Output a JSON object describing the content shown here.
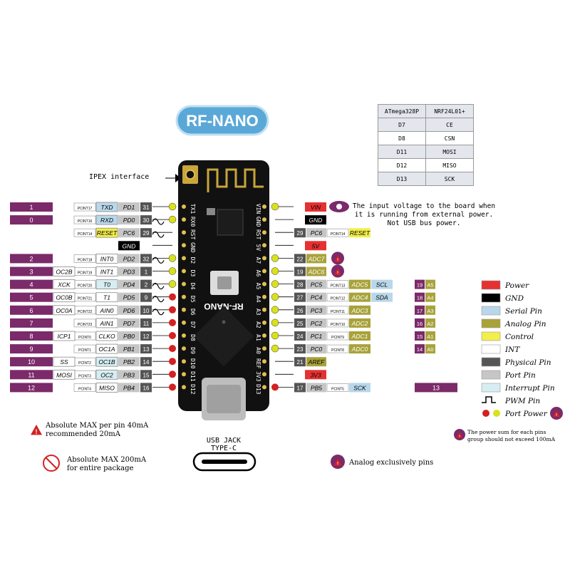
{
  "title": "RF-NANO",
  "ipex_label": "IPEX interface",
  "board_text": "RF-NANO",
  "usb_label": [
    "USB JACK",
    "TYPE-C"
  ],
  "vin_note": [
    "The input voltage to the board when",
    "it is running from external power.",
    "Not USB bus power."
  ],
  "warn_40": [
    "Absolute MAX per pin 40mA",
    "recommended 20mA"
  ],
  "warn_200": [
    "Absolute MAX 200mA",
    "for entire package"
  ],
  "analog_note": "Analog exclusively pins",
  "sum_note": [
    "The power sum for each pins",
    "group should not exceed 100mA"
  ],
  "nrf_table": {
    "headers": [
      "ATmega328P",
      "NRF24L01+"
    ],
    "rows": [
      [
        "D7",
        "CE"
      ],
      [
        "D8",
        "CSN"
      ],
      [
        "D11",
        "MOSI"
      ],
      [
        "D12",
        "MISO"
      ],
      [
        "D13",
        "SCK"
      ]
    ]
  },
  "left_pins": [
    {
      "num": "1",
      "pcint": "PCINT17",
      "func": [
        "TXD"
      ],
      "port": "PD1",
      "phys": "31",
      "header": "TX1",
      "dot": "y"
    },
    {
      "num": "0",
      "pcint": "PCINT16",
      "func": [
        "RXD"
      ],
      "port": "PD0",
      "phys": "30",
      "header": "RX0",
      "dot": "y"
    },
    {
      "num": "",
      "pcint": "PCINT14",
      "func": [
        "RESET"
      ],
      "port": "PC6",
      "phys": "29",
      "header": "RST",
      "dot": ""
    },
    {
      "num": "",
      "pcint": "",
      "func": [],
      "port": "GND",
      "phys": "",
      "header": "GND",
      "dot": ""
    },
    {
      "num": "2",
      "pcint": "PCINT18",
      "func": [
        "INT0"
      ],
      "port": "PD2",
      "phys": "32",
      "header": "D2",
      "dot": "y"
    },
    {
      "num": "3",
      "pcint": "PCINT19",
      "func": [
        "OC2B",
        "INT1"
      ],
      "port": "PD3",
      "phys": "1",
      "header": "D3",
      "dot": "y"
    },
    {
      "num": "4",
      "pcint": "PCINT20",
      "func": [
        "XCK",
        "T0"
      ],
      "port": "PD4",
      "phys": "2",
      "header": "D4",
      "dot": "y"
    },
    {
      "num": "5",
      "pcint": "PCINT21",
      "func": [
        "OC0B",
        "T1"
      ],
      "port": "PD5",
      "phys": "9",
      "header": "D5",
      "dot": "r"
    },
    {
      "num": "6",
      "pcint": "PCINT22",
      "func": [
        "OC0A",
        "AIN0"
      ],
      "port": "PD6",
      "phys": "10",
      "header": "D6",
      "dot": "r"
    },
    {
      "num": "7",
      "pcint": "PCINT23",
      "func": [
        "AIN1"
      ],
      "port": "PD7",
      "phys": "11",
      "header": "D7",
      "dot": "r"
    },
    {
      "num": "8",
      "pcint": "PCINT0",
      "func": [
        "ICP1",
        "CLKO"
      ],
      "port": "PB0",
      "phys": "12",
      "header": "D8",
      "dot": "r"
    },
    {
      "num": "9",
      "pcint": "PCINT1",
      "func": [
        "OC1A"
      ],
      "port": "PB1",
      "phys": "13",
      "header": "D9",
      "dot": "r"
    },
    {
      "num": "10",
      "pcint": "PCINT2",
      "func": [
        "SS",
        "OC1B"
      ],
      "port": "PB2",
      "phys": "14",
      "header": "D10",
      "dot": "r"
    },
    {
      "num": "11",
      "pcint": "PCINT3",
      "func": [
        "MOSI",
        "OC2"
      ],
      "port": "PB3",
      "phys": "15",
      "header": "D11",
      "dot": "r"
    },
    {
      "num": "12",
      "pcint": "PCINT4",
      "func": [
        "MISO"
      ],
      "port": "PB4",
      "phys": "16",
      "header": "D12",
      "dot": "r"
    }
  ],
  "right_pins": [
    {
      "phys": "",
      "port": "",
      "pcint": "",
      "func": [],
      "power": "VIN",
      "header": "VIN",
      "num": "",
      "dot": "y"
    },
    {
      "phys": "",
      "port": "",
      "pcint": "",
      "func": [],
      "power": "GND",
      "header": "GND",
      "num": "",
      "dot": ""
    },
    {
      "phys": "29",
      "port": "PC6",
      "pcint": "PCINT14",
      "func": [
        "RESET"
      ],
      "power": "",
      "header": "RST",
      "num": "",
      "dot": ""
    },
    {
      "phys": "",
      "port": "",
      "pcint": "",
      "func": [],
      "power": "5V",
      "header": "5V",
      "num": "",
      "dot": ""
    },
    {
      "phys": "22",
      "port": "ADC7",
      "pcint": "",
      "func": [],
      "power": "",
      "header": "A7",
      "num": "",
      "dot": "y",
      "analog": true
    },
    {
      "phys": "19",
      "port": "ADC6",
      "pcint": "",
      "func": [],
      "power": "",
      "header": "A6",
      "num": "",
      "dot": "y",
      "analog": true
    },
    {
      "phys": "28",
      "port": "PC5",
      "pcint": "PCINT13",
      "func": [
        "ADC5",
        "SCL"
      ],
      "power": "",
      "header": "A5",
      "num": "19",
      "alabel": "A5",
      "dot": "y"
    },
    {
      "phys": "27",
      "port": "PC4",
      "pcint": "PCINT12",
      "func": [
        "ADC4",
        "SDA"
      ],
      "power": "",
      "header": "A4",
      "num": "18",
      "alabel": "A4",
      "dot": "y"
    },
    {
      "phys": "26",
      "port": "PC3",
      "pcint": "PCINT11",
      "func": [
        "ADC3"
      ],
      "power": "",
      "header": "A3",
      "num": "17",
      "alabel": "A3",
      "dot": "y"
    },
    {
      "phys": "25",
      "port": "PC2",
      "pcint": "PCINT10",
      "func": [
        "ADC2"
      ],
      "power": "",
      "header": "A2",
      "num": "16",
      "alabel": "A2",
      "dot": "y"
    },
    {
      "phys": "24",
      "port": "PC1",
      "pcint": "PCINT9",
      "func": [
        "ADC1"
      ],
      "power": "",
      "header": "A1",
      "num": "15",
      "alabel": "A1",
      "dot": "y"
    },
    {
      "phys": "23",
      "port": "PC0",
      "pcint": "PCINT8",
      "func": [
        "ADC0"
      ],
      "power": "",
      "header": "A0",
      "num": "14",
      "alabel": "A0",
      "dot": "y"
    },
    {
      "phys": "21",
      "port": "AREF",
      "pcint": "",
      "func": [],
      "power": "",
      "header": "REF",
      "num": "",
      "dot": ""
    },
    {
      "phys": "",
      "port": "",
      "pcint": "",
      "func": [],
      "power": "3V3",
      "header": "3V3",
      "num": "",
      "dot": ""
    },
    {
      "phys": "17",
      "port": "PB5",
      "pcint": "PCINT5",
      "func": [
        "SCK"
      ],
      "power": "",
      "header": "D13",
      "num": "13",
      "dot": "r"
    }
  ],
  "legend": [
    {
      "label": "Power",
      "color": "#e53131"
    },
    {
      "label": "GND",
      "color": "#000000"
    },
    {
      "label": "Serial Pin",
      "color": "#b9d7ea"
    },
    {
      "label": "Analog Pin",
      "color": "#a8a23a"
    },
    {
      "label": "Control",
      "color": "#f2ee4b"
    },
    {
      "label": "INT",
      "color": "#ffffff"
    },
    {
      "label": "Physical Pin",
      "color": "#555555"
    },
    {
      "label": "Port Pin",
      "color": "#c6c6c6"
    },
    {
      "label": "Interrupt Pin",
      "color": "#d6eef2"
    },
    {
      "label": "PWM Pin",
      "color": ""
    },
    {
      "label": "Port Power",
      "color": ""
    }
  ]
}
